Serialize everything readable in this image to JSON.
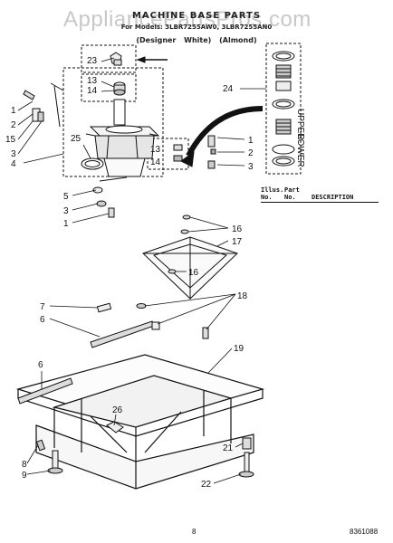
{
  "watermark": "AppliancePartsPros.com",
  "title": "MACHINE BASE PARTS",
  "subtitle": "For Models: 3LBR7255AW0, 3LBR7255AN0",
  "color_line": "(Designer White)   (Almond)",
  "legend": {
    "col_fig": "Illus.",
    "col_fig2": "No.",
    "col_part": "Part",
    "col_part2": "No.",
    "col_desc": "DESCRIPTION"
  },
  "footer": {
    "page": "8",
    "code": "8361088"
  },
  "callouts": {
    "n1": "1",
    "n2": "2",
    "n3": "3",
    "n4": "4",
    "n5": "5",
    "n6": "6",
    "n7": "7",
    "n8": "8",
    "n9": "9",
    "n13": "13",
    "n14": "14",
    "n15": "15",
    "n16": "16",
    "n17": "17",
    "n18": "18",
    "n19": "19",
    "n21": "21",
    "n22": "22",
    "n23": "23",
    "n24": "24",
    "n25": "25",
    "n26": "26"
  },
  "kit_labels": {
    "upper": "UPPER",
    "lower": "LOWER"
  }
}
